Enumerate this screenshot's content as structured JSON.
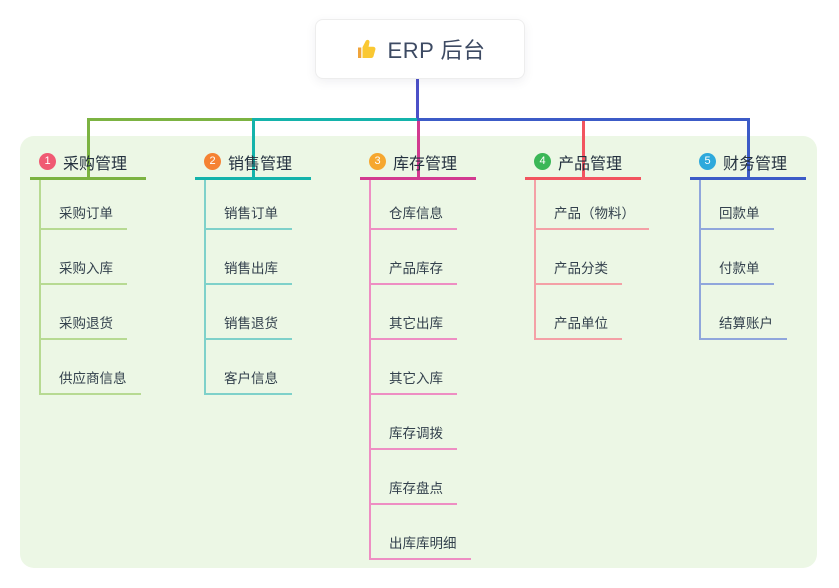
{
  "root": {
    "label": "ERP 后台",
    "icon": "thumbs-up-icon",
    "stem_color": "#4b50c8",
    "text_color": "#3d4a63"
  },
  "panel": {
    "background": "#ecf7e5"
  },
  "branches": [
    {
      "index": "1",
      "label": "采购管理",
      "badge_color": "#f05a73",
      "line_color": "#7cb342",
      "light_color": "#b7da92",
      "children": [
        "采购订单",
        "采购入库",
        "采购退货",
        "供应商信息"
      ]
    },
    {
      "index": "2",
      "label": "销售管理",
      "badge_color": "#f58233",
      "line_color": "#14b3ab",
      "light_color": "#7ed1ca",
      "children": [
        "销售订单",
        "销售出库",
        "销售退货",
        "客户信息"
      ]
    },
    {
      "index": "3",
      "label": "库存管理",
      "badge_color": "#f6a72f",
      "line_color": "#d23a90",
      "light_color": "#ee8ec3",
      "children": [
        "仓库信息",
        "产品库存",
        "其它出库",
        "其它入库",
        "库存调拨",
        "库存盘点",
        "出库库明细"
      ]
    },
    {
      "index": "4",
      "label": "产品管理",
      "badge_color": "#3bb757",
      "line_color": "#f2545f",
      "light_color": "#f4a0a6",
      "children": [
        "产品（物料）",
        "产品分类",
        "产品单位"
      ]
    },
    {
      "index": "5",
      "label": "财务管理",
      "badge_color": "#2ea9dc",
      "line_color": "#3c5bc7",
      "light_color": "#90a6dc",
      "children": [
        "回款单",
        "付款单",
        "结算账户"
      ]
    }
  ]
}
